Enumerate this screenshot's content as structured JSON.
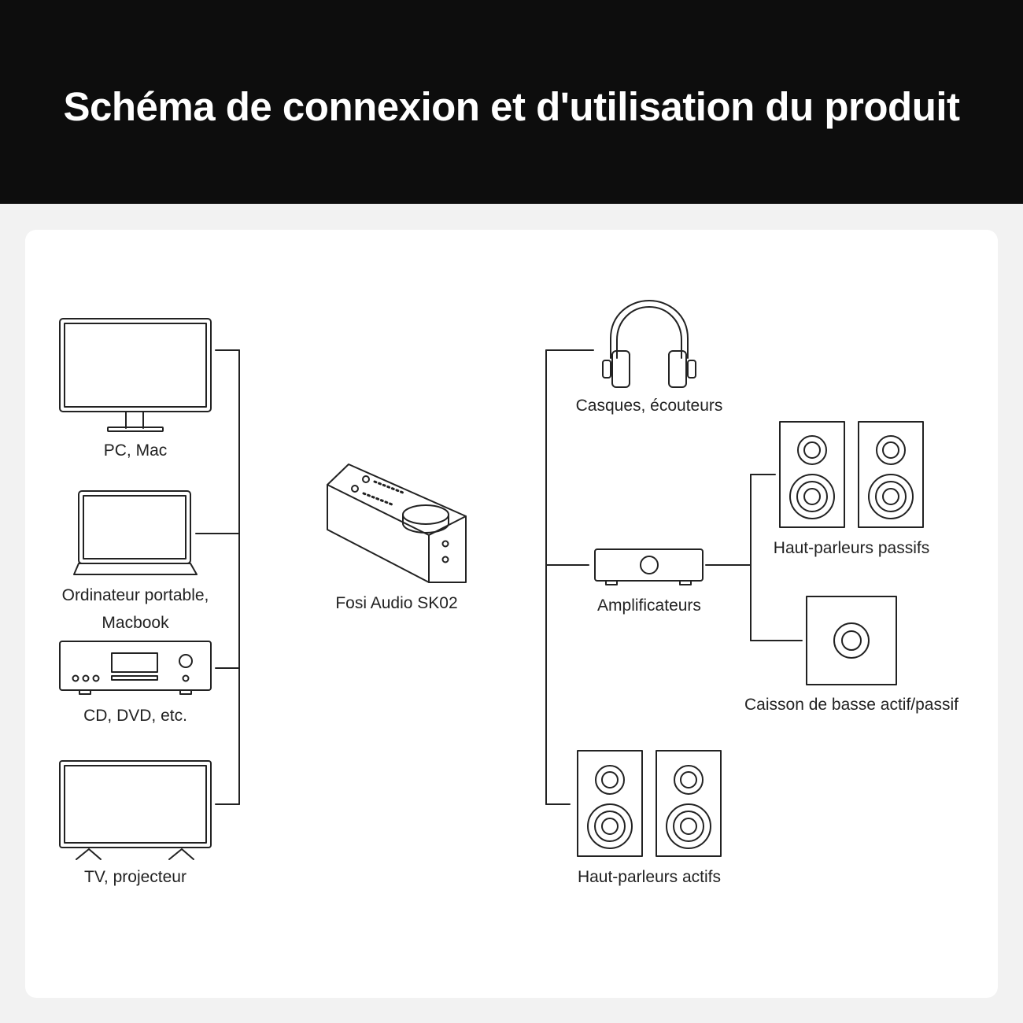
{
  "title": "Schéma de connexion et d'utilisation du produit",
  "colors": {
    "header_bg": "#0d0d0d",
    "panel_bg": "#ffffff",
    "page_bg": "#f2f2f2",
    "stroke": "#222222"
  },
  "sources": [
    {
      "id": "pc",
      "icon": "monitor-icon",
      "label": "PC, Mac"
    },
    {
      "id": "laptop",
      "icon": "laptop-icon",
      "label": "Ordinateur portable, Macbook"
    },
    {
      "id": "cd",
      "icon": "cd-player-icon",
      "label": "CD, DVD, etc."
    },
    {
      "id": "tv",
      "icon": "tv-icon",
      "label": "TV, projecteur"
    }
  ],
  "device": {
    "icon": "dac-amplifier-icon",
    "label": "Fosi Audio SK02"
  },
  "outputs": [
    {
      "id": "headphones",
      "icon": "headphones-icon",
      "label": "Casques, écouteurs"
    },
    {
      "id": "amplifier",
      "icon": "amplifier-icon",
      "label": "Amplificateurs"
    },
    {
      "id": "passive",
      "icon": "passive-speakers-icon",
      "label": "Haut-parleurs passifs"
    },
    {
      "id": "subwoofer",
      "icon": "subwoofer-icon",
      "label": "Caisson de basse actif/passif"
    },
    {
      "id": "active",
      "icon": "active-speakers-icon",
      "label": "Haut-parleurs actifs"
    }
  ]
}
